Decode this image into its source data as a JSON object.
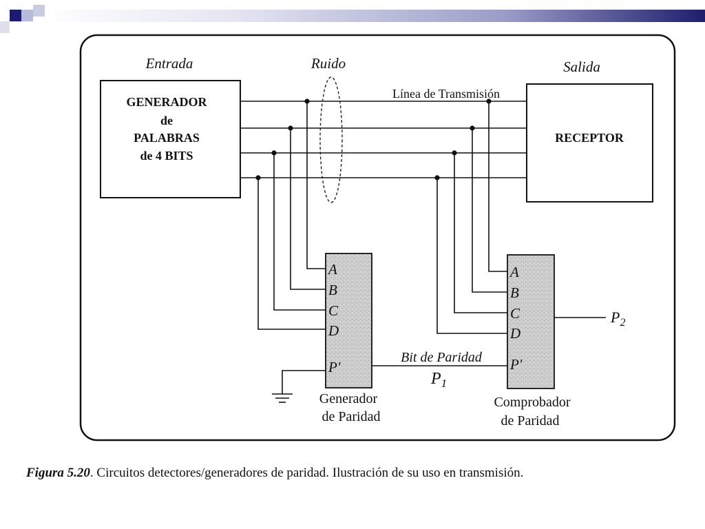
{
  "diagram": {
    "entrada": "Entrada",
    "ruido": "Ruido",
    "salida": "Salida",
    "generator_box": [
      "GENERADOR",
      "de",
      "PALABRAS",
      "de 4 BITS"
    ],
    "receptor": "RECEPTOR",
    "transmission_line": "Línea  de Transmisión",
    "inputs": [
      "A",
      "B",
      "C",
      "D"
    ],
    "p_prime": "P'",
    "generator_label": [
      "Generador",
      "de  Paridad"
    ],
    "checker_label": [
      "Comprobador",
      "de  Paridad"
    ],
    "parity_bit": "Bit de Paridad",
    "p1": "P",
    "p1_sub": "1",
    "p2": "P",
    "p2_sub": "2"
  },
  "caption": {
    "label": "Figura 5.20",
    "text": ".  Circuitos detectores/generadores de paridad. Ilustración de su uso en transmisión."
  },
  "colors": {
    "accent_dark": "#1b1b73",
    "shaded_box": "#cfcfcf"
  }
}
